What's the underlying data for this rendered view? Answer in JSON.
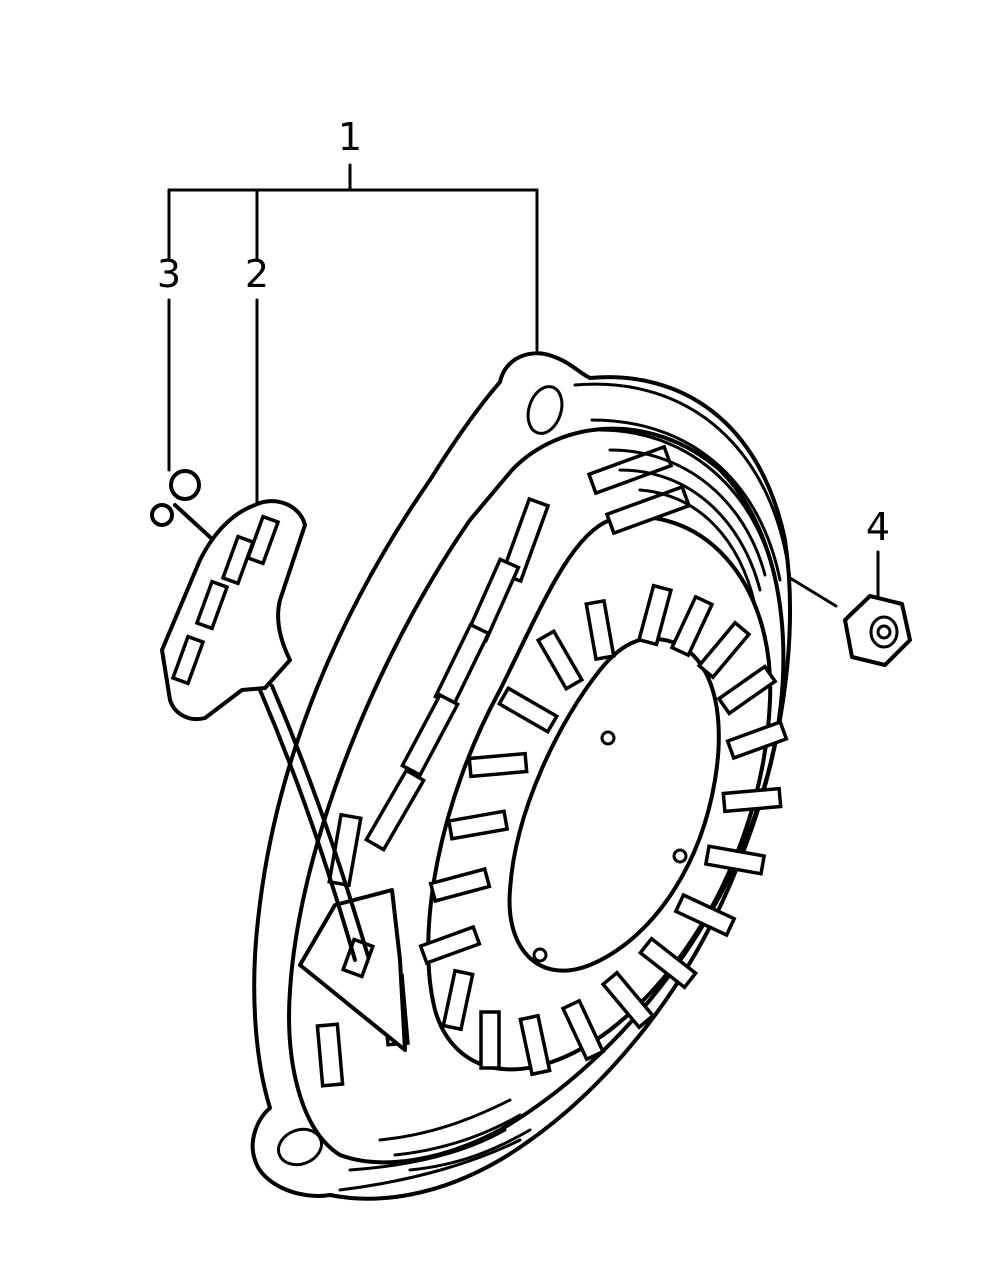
{
  "callouts": {
    "assembly": "1",
    "grip": "2",
    "rope": "3",
    "nut": "4"
  },
  "colors": {
    "ink": "#000000",
    "paper": "#ffffff"
  }
}
